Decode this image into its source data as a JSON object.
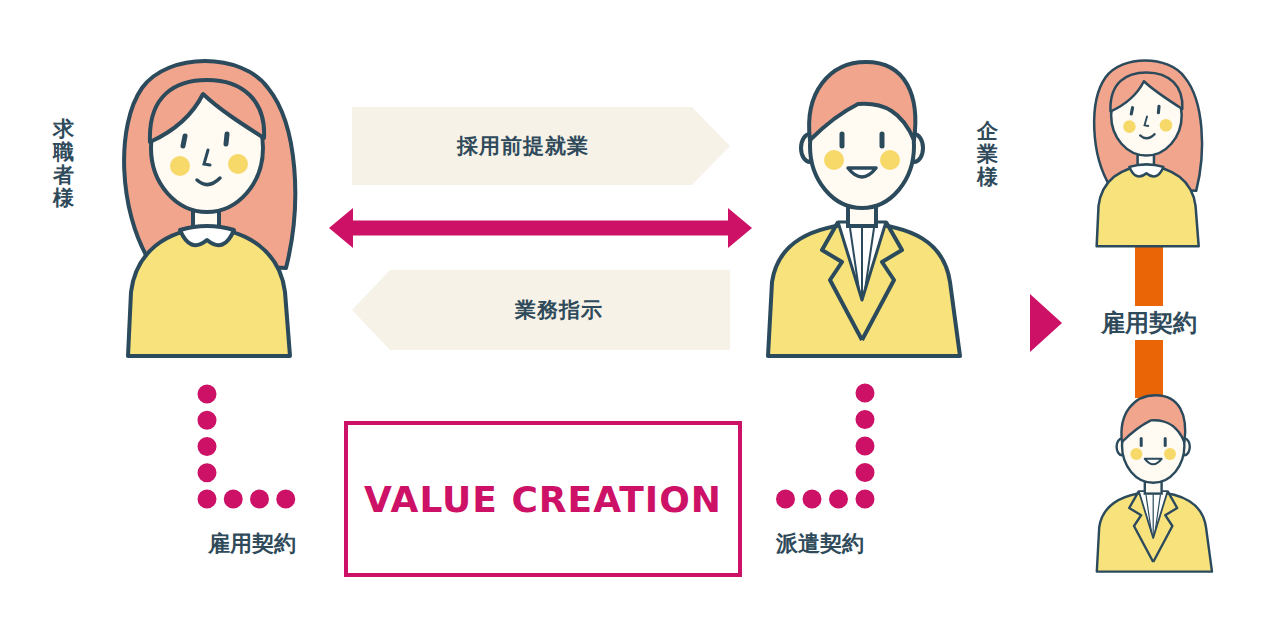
{
  "diagram": {
    "nodes": [
      {
        "text": [
          "求職者様"
        ]
      },
      {
        "text": [
          "採用前提就業"
        ]
      },
      {
        "text": [
          "業務指示"
        ]
      },
      {
        "text": [
          "企業様"
        ]
      },
      {
        "text": [
          "VALUE CREATION"
        ]
      }
    ],
    "edges": [
      {
        "from": 0,
        "to": 3,
        "arrow": "both"
      },
      {
        "from": 0,
        "to": 4,
        "label": "雇用契約",
        "arrow": "none"
      },
      {
        "from": 3,
        "to": 4,
        "label": "派遣契約",
        "arrow": "none"
      }
    ],
    "labels": [
      "雇用契約"
    ]
  }
}
